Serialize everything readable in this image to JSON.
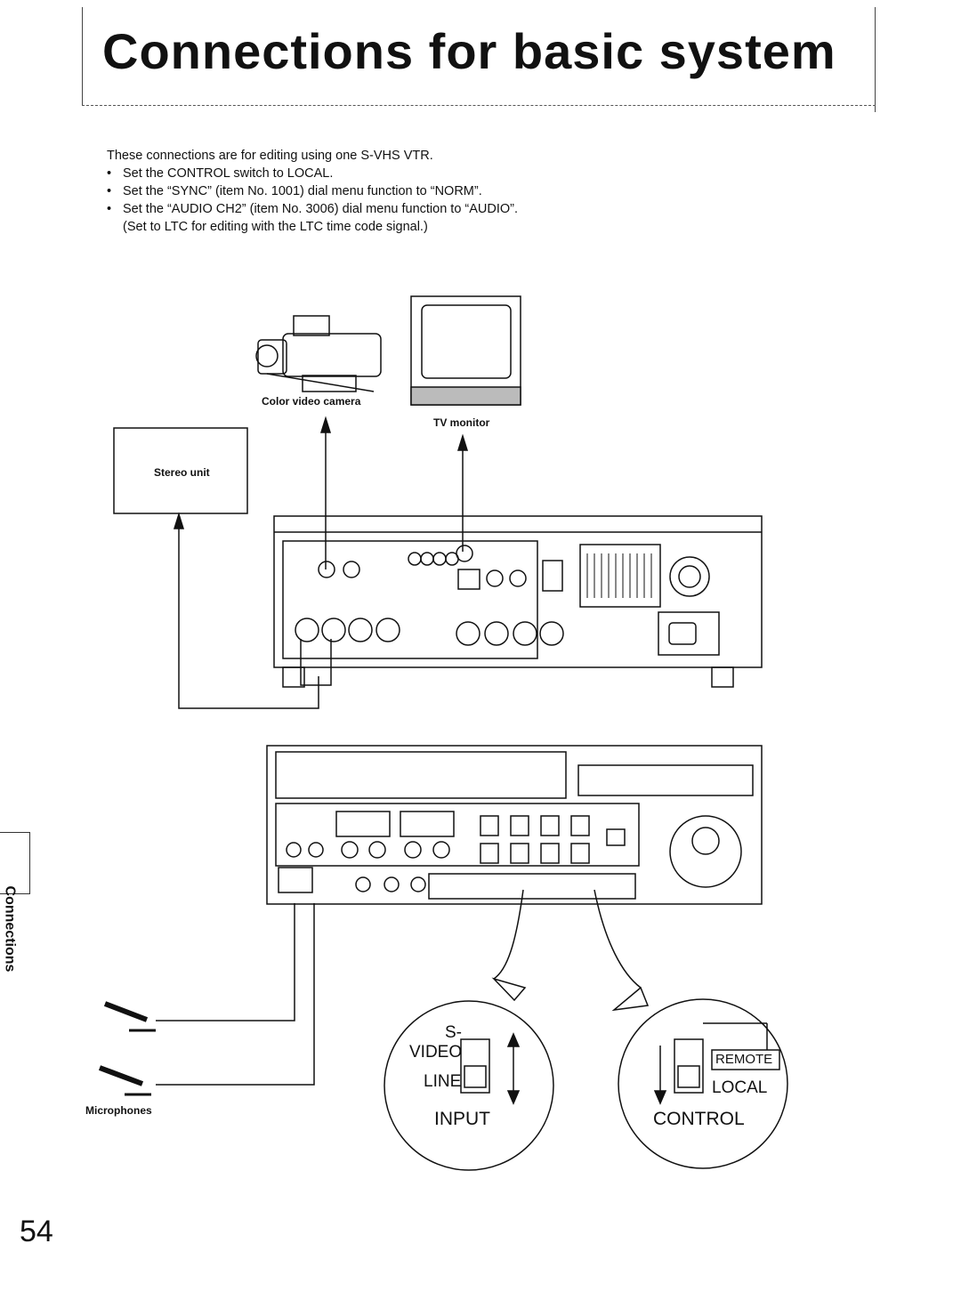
{
  "header": {
    "title": "Connections for basic system"
  },
  "intro": {
    "lead": "These connections are for editing using one S-VHS VTR.",
    "bullets": [
      "Set the CONTROL switch to LOCAL.",
      "Set the “SYNC” (item No. 1001) dial menu function to “NORM”.",
      "Set the “AUDIO CH2” (item No. 3006) dial menu function to “AUDIO”."
    ],
    "note": "(Set to LTC for editing with the LTC time code signal.)"
  },
  "diagram": {
    "camera_label": "Color video camera",
    "monitor_label": "TV monitor",
    "stereo_label": "Stereo unit",
    "microphones_label": "Microphones",
    "input_zoom": {
      "s_label": "S-",
      "video_label": "VIDEO",
      "line_label": "LINE",
      "caption": "INPUT"
    },
    "control_zoom": {
      "remote_label": "REMOTE",
      "local_label": "LOCAL",
      "caption": "CONTROL"
    }
  },
  "sidebar": {
    "section_label": "Connections"
  },
  "footer": {
    "page_number": "54"
  }
}
